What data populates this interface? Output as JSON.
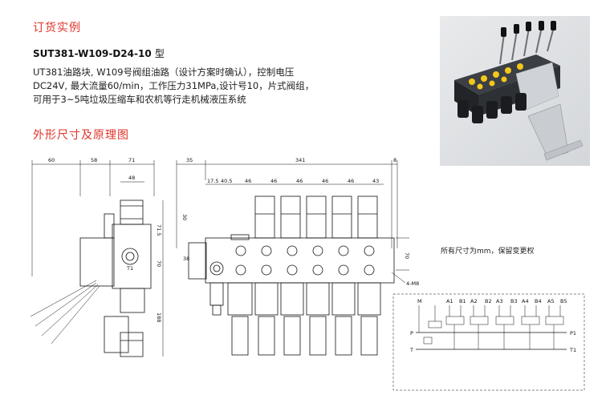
{
  "sections": {
    "order_example": "订货实例",
    "dimensions_title": "外形尺寸及原理图"
  },
  "model": {
    "code": "SUT381-W109-D24-10",
    "suffix": "型"
  },
  "description": [
    "UT381油路块, W109号阀组油路（设计方案时确认），控制电压",
    "DC24V, 最大流量60/min，工作压力31MPa,设计号10，片式阀组，",
    "可用于3~5吨垃圾压缩车和农机等行走机械液压系统"
  ],
  "note": "所有尺寸为mm，保留变更权",
  "dimensions": {
    "side_view": [
      "60",
      "58",
      "71",
      "48",
      "71.5",
      "70",
      "T1",
      "188"
    ],
    "front_view": [
      "35",
      "341",
      "8",
      "17.5",
      "40.5",
      "46",
      "46",
      "46",
      "46",
      "46",
      "43",
      "30",
      "38",
      "70",
      "4-M8"
    ]
  },
  "schematic": {
    "ports_top": [
      "M",
      "A1",
      "B1",
      "A2",
      "B2",
      "A3",
      "B3",
      "A4",
      "B4",
      "A5",
      "B5"
    ],
    "ports_side": [
      "P",
      "T",
      "P1",
      "T1"
    ]
  }
}
